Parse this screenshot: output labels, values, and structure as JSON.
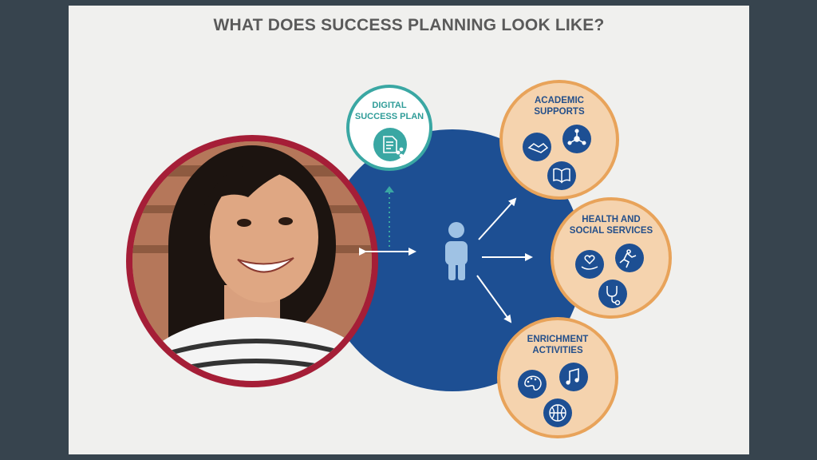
{
  "slide": {
    "title": "WHAT DOES SUCCESS PLANNING LOOK LIKE?"
  },
  "digital_plan": {
    "label": "DIGITAL\nSUCCESS PLAN",
    "icon": "document-share-icon"
  },
  "groups": [
    {
      "label": "ACADEMIC\nSUPPORTS",
      "icons": [
        "handshake-icon",
        "network-icon",
        "book-icon"
      ]
    },
    {
      "label": "HEALTH AND\nSOCIAL SERVICES",
      "icons": [
        "heart-hand-icon",
        "running-icon",
        "stethoscope-icon"
      ]
    },
    {
      "label": "ENRICHMENT\nACTIVITIES",
      "icons": [
        "palette-icon",
        "music-notes-icon",
        "basketball-icon"
      ]
    }
  ],
  "colors": {
    "background": "#37444e",
    "slide": "#f0f0ee",
    "blue_circle": "#1d4f93",
    "orange_ring": "#e8a35a",
    "orange_fill": "#f5d3ae",
    "teal_ring": "#3aa7a3",
    "photo_ring": "#a51e37",
    "person": "#9fc2e4"
  },
  "photo": {
    "subject": "smiling-student-photo"
  }
}
